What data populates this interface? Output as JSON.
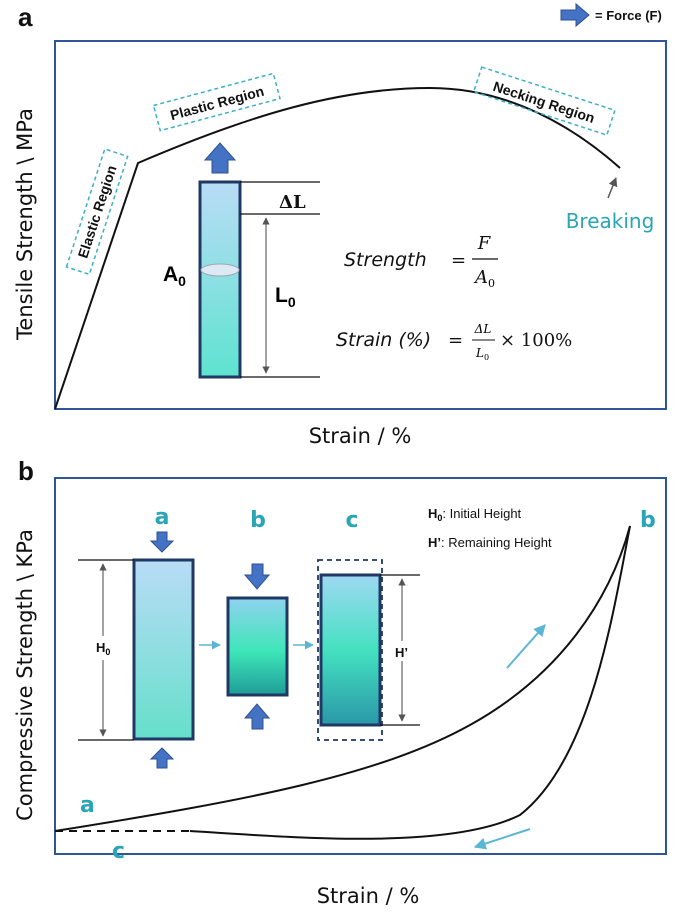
{
  "legend": {
    "text": "= Force (F)"
  },
  "panel_a": {
    "letter": "a",
    "y_axis_title": "Tensile Strength \\ MPa",
    "x_axis_title": "Strain / %",
    "regions": {
      "elastic": "Elastic Region",
      "plastic": "Plastic Region",
      "necking": "Necking Region"
    },
    "breaking": "Breaking",
    "symbols": {
      "delta_l": "ΔL",
      "area": "A",
      "area_sub": "0",
      "length": "L",
      "length_sub": "0"
    },
    "formula_strength": {
      "lhs": "Strength",
      "eq": "=",
      "num": "F",
      "den": "A",
      "den_sub": "0"
    },
    "formula_strain": {
      "lhs": "Strain (%)",
      "eq": "=",
      "num": "ΔL",
      "den": "L",
      "den_sub": "0",
      "rhs": "× 100%"
    }
  },
  "panel_b": {
    "letter": "b",
    "y_axis_title": "Compressive Strength \\ KPa",
    "x_axis_title": "Strain / %",
    "stages": {
      "a": "a",
      "b": "b",
      "c": "c"
    },
    "curve_labels": {
      "start": "a",
      "peak": "b",
      "end": "c"
    },
    "initial_height": {
      "symbol": "H",
      "sub": "0",
      "desc": ": Initial Height"
    },
    "remaining_height": {
      "symbol": "H’",
      "desc": ": Remaining  Height"
    },
    "dimension_labels": {
      "h0": "H",
      "h0_sub": "0",
      "h_prime": "H’"
    }
  }
}
